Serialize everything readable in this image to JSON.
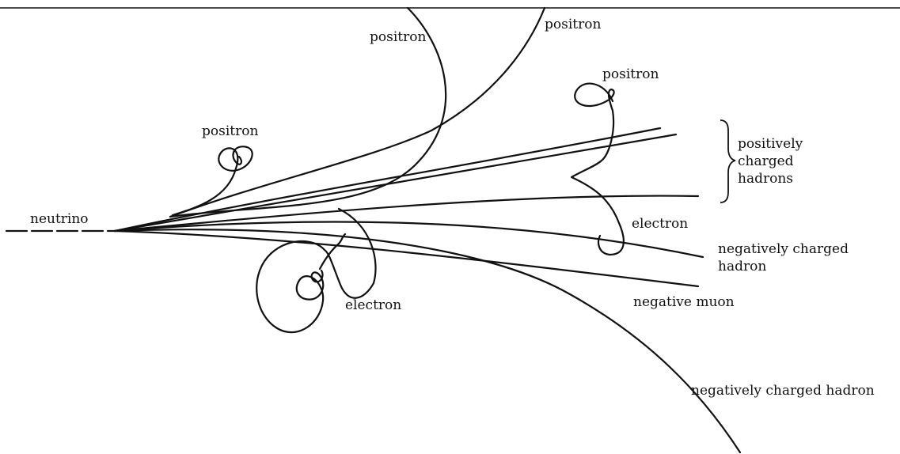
{
  "labels": {
    "neutrino": "neutrino",
    "positron_top_left": "positron",
    "positron_top_right": "positron",
    "positron_right": "positron",
    "positron_left": "positron",
    "positive_hadrons_line1": "positively",
    "positive_hadrons_line2": "charged",
    "positive_hadrons_line3": "hadrons",
    "electron_right": "electron",
    "electron_bottom": "electron",
    "neg_hadron_short_line1": "negatively charged",
    "neg_hadron_short_line2": "hadron",
    "negative_muon": "negative muon",
    "neg_hadron_long": "negatively charged hadron"
  },
  "colors": {
    "ink": "#111111",
    "background": "#ffffff"
  }
}
